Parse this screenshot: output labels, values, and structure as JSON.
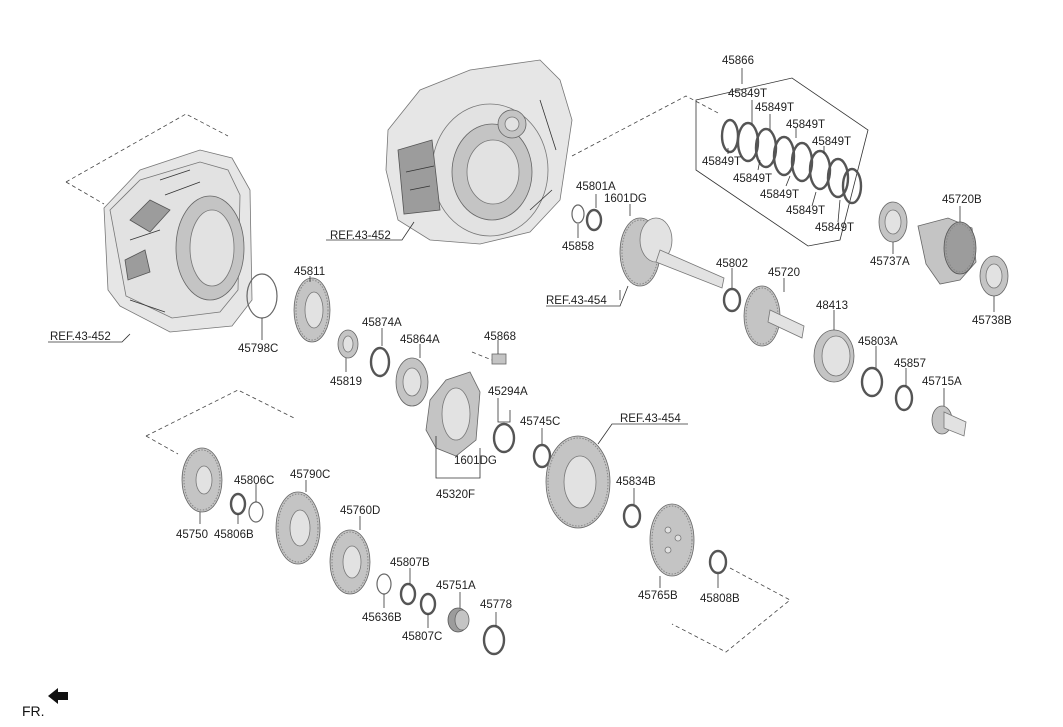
{
  "labels": {
    "p45866": "45866",
    "p45849T_1": "45849T",
    "p45849T_2": "45849T",
    "p45849T_3": "45849T",
    "p45849T_4": "45849T",
    "p45849T_5": "45849T",
    "p45849T_6": "45849T",
    "p45849T_7": "45849T",
    "p45849T_8": "45849T",
    "p45849T_9": "45849T",
    "p45720B": "45720B",
    "p45737A": "45737A",
    "p45738B": "45738B",
    "p45801A": "45801A",
    "p1601DG_top": "1601DG",
    "p45858": "45858",
    "p45802": "45802",
    "p45720": "45720",
    "p48413": "48413",
    "p45803A": "45803A",
    "p45857": "45857",
    "p45715A": "45715A",
    "p45811": "45811",
    "p45798C": "45798C",
    "p45874A": "45874A",
    "p45864A": "45864A",
    "p45819": "45819",
    "p45868": "45868",
    "p45294A": "45294A",
    "p45745C": "45745C",
    "p1601DG_mid": "1601DG",
    "p45320F": "45320F",
    "p45834B": "45834B",
    "p45806C": "45806C",
    "p45790C": "45790C",
    "p45750": "45750",
    "p45806B": "45806B",
    "p45760D": "45760D",
    "p45807B": "45807B",
    "p45751A": "45751A",
    "p45778": "45778",
    "p45636B": "45636B",
    "p45807C": "45807C",
    "p45765B": "45765B",
    "p45808B": "45808B"
  },
  "refs": {
    "ref_case_top": "REF.43-452",
    "ref_case_left": "REF.43-452",
    "ref_shaft": "REF.43-454",
    "ref_gear": "REF.43-454"
  },
  "direction": {
    "label": "FR."
  },
  "colors": {
    "line": "#333333",
    "part": "#c4c4c4",
    "background": "#ffffff"
  }
}
